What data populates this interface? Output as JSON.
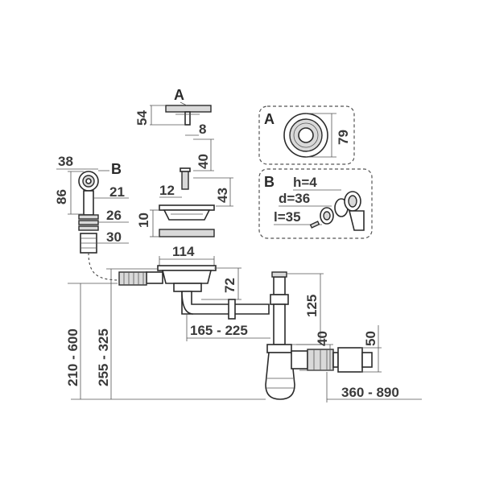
{
  "detail_labels": {
    "a_top": "A",
    "b_side": "B",
    "a_box": "A",
    "b_box": "B"
  },
  "detail_b_specs": {
    "h": "h=4",
    "d": "d=36",
    "l": "l=35"
  },
  "dimensions": {
    "d54": "54",
    "d8": "8",
    "d40_top": "40",
    "d12": "12",
    "d43": "43",
    "d10": "10",
    "d38": "38",
    "d86": "86",
    "d21": "21",
    "d26": "26",
    "d30": "30",
    "d114": "114",
    "d72": "72",
    "d125": "125",
    "d165_225": "165 - 225",
    "d40_mid": "40",
    "d50": "50",
    "d79": "79",
    "d210_600": "210 - 600",
    "d255_325": "255 - 325",
    "d360_890": "360 - 890"
  }
}
